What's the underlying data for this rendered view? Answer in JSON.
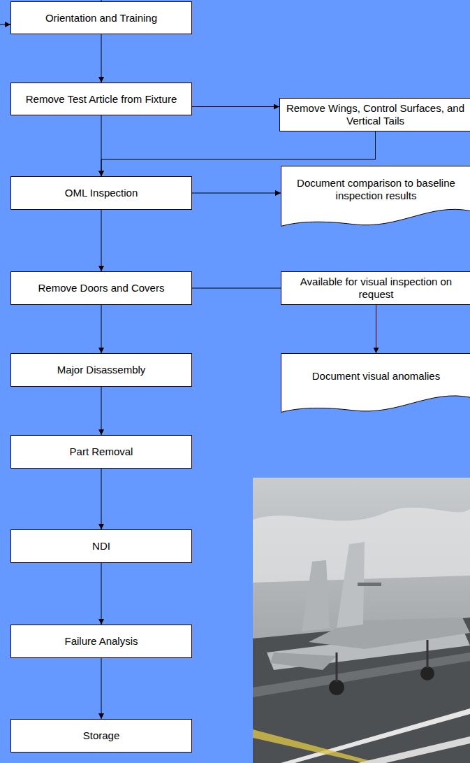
{
  "diagram": {
    "nodes": [
      {
        "text": [
          "Orientation and Training"
        ]
      },
      {
        "text": [
          "Remove Test Article from Fixture"
        ]
      },
      {
        "text": [
          "Remove Wings, Control Surfaces, and Vertical Tails"
        ]
      },
      {
        "text": [
          "OML Inspection"
        ]
      },
      {
        "text": [
          "Document comparison to baseline inspection results"
        ]
      },
      {
        "text": [
          "Remove Doors and Covers"
        ]
      },
      {
        "text": [
          "Available for visual inspection on request"
        ]
      },
      {
        "text": [
          "Document visual anomalies"
        ]
      },
      {
        "text": [
          "Major Disassembly"
        ]
      },
      {
        "text": [
          "Part Removal"
        ]
      },
      {
        "text": [
          "NDI"
        ]
      },
      {
        "text": [
          "Failure Analysis"
        ]
      },
      {
        "text": [
          "Storage"
        ]
      }
    ],
    "edges": [
      {
        "from": 0,
        "to": 1,
        "arrow": "to"
      },
      {
        "from": 1,
        "to": 2,
        "arrow": "to"
      },
      {
        "from": 1,
        "to": 3,
        "arrow": "to"
      },
      {
        "from": 2,
        "to": 3,
        "arrow": "to"
      },
      {
        "from": 3,
        "to": 4,
        "arrow": "to"
      },
      {
        "from": 3,
        "to": 5,
        "arrow": "to"
      },
      {
        "from": 5,
        "to": 6,
        "arrow": "none"
      },
      {
        "from": 6,
        "to": 7,
        "arrow": "to"
      },
      {
        "from": 5,
        "to": 8,
        "arrow": "to"
      },
      {
        "from": 8,
        "to": 9,
        "arrow": "to"
      },
      {
        "from": 9,
        "to": 10,
        "arrow": "to"
      },
      {
        "from": 10,
        "to": 11,
        "arrow": "to"
      },
      {
        "from": 11,
        "to": 12,
        "arrow": "to"
      }
    ]
  }
}
